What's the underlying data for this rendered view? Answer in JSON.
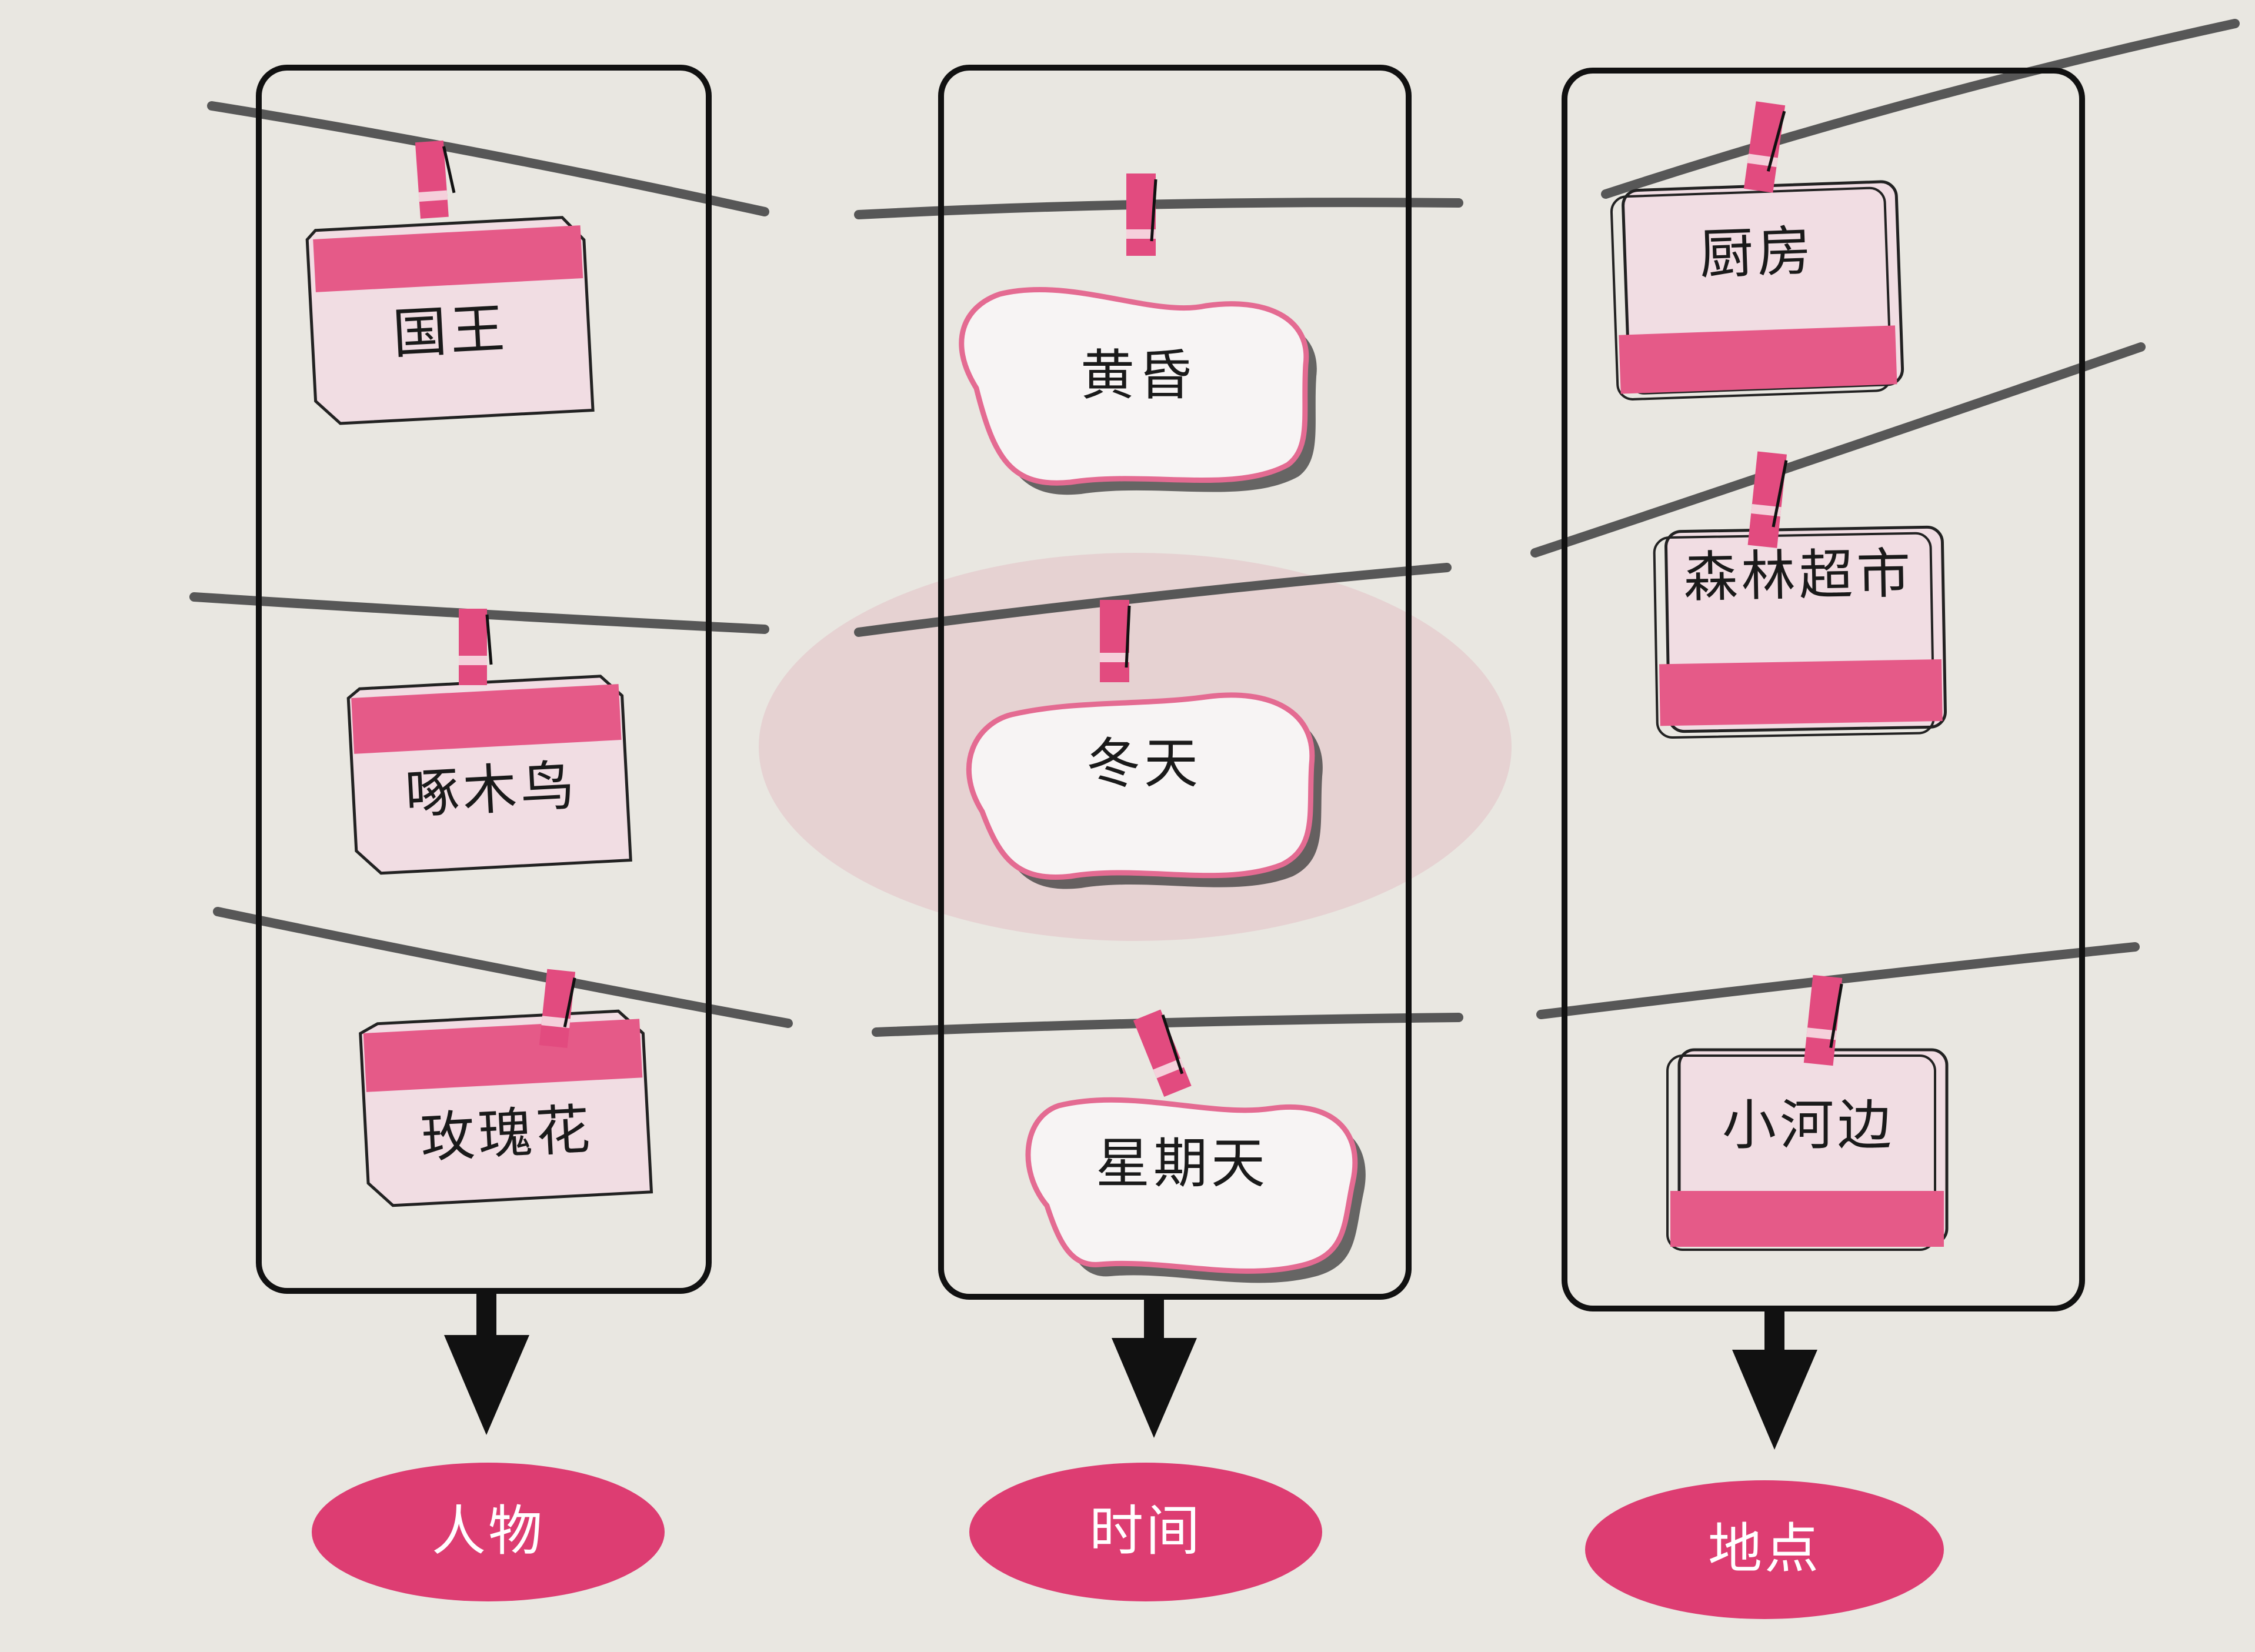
{
  "columns": [
    {
      "label": "人物",
      "items": [
        "国王",
        "啄木鸟",
        "玫瑰花"
      ]
    },
    {
      "label": "时间",
      "items": [
        "黄昏",
        "冬天",
        "星期天"
      ]
    },
    {
      "label": "地点",
      "items": [
        "厨房",
        "森林超市",
        "小河边"
      ]
    }
  ],
  "colors": {
    "pink": "#e24b7f",
    "pink_light": "#efc8d4",
    "card_bg": "#f1dde3",
    "oval": "#dd3d72",
    "line": "#111111",
    "rope": "#555555",
    "page": "#e9e7e1"
  }
}
